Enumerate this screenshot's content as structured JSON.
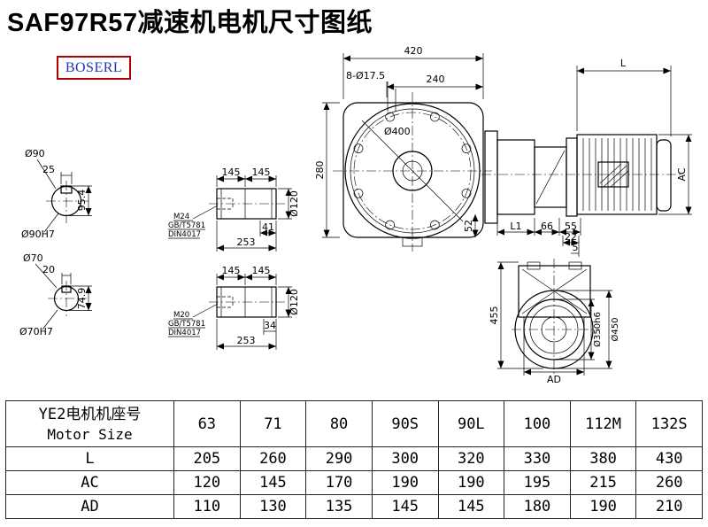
{
  "page": {
    "title": "SAF97R57减速机电机尺寸图纸",
    "logo": "BOSERL"
  },
  "colors": {
    "logo_border": "#b40000",
    "logo_text": "#2233bb",
    "drawing_lines": "#000000",
    "background": "#ffffff"
  },
  "drawing": {
    "main_view": {
      "dim_420": "420",
      "dim_bolt_holes": "8-Ø17.5",
      "dim_240": "240",
      "dim_d400": "Ø400",
      "dim_280": "280",
      "dim_52": "52"
    },
    "side_view": {
      "dim_L": "L",
      "dim_AC": "AC",
      "dim_L1": "L1",
      "dim_66": "66",
      "dim_55": "55",
      "dim_22": "22",
      "dim_5": "5"
    },
    "flange_view": {
      "dim_455": "455",
      "dim_d350": "Ø350h6",
      "dim_d450": "Ø450",
      "dim_AD": "AD"
    },
    "shaft_section_90": {
      "dim_d90": "Ø90",
      "dim_25": "25",
      "dim_95_4": "95.4",
      "dim_d90h7": "Ø90H7"
    },
    "shaft_section_70": {
      "dim_d70": "Ø70",
      "dim_20": "20",
      "dim_74_9": "74.9",
      "dim_d70h7": "Ø70H7"
    },
    "shaft_m24": {
      "dim_145a": "145",
      "dim_145b": "145",
      "dim_d120": "Ø120",
      "thread": "M24",
      "std_gb": "GB/T5781",
      "std_din": "DIN4017",
      "dim_41": "41",
      "dim_253": "253"
    },
    "shaft_m20": {
      "dim_145a": "145",
      "dim_145b": "145",
      "dim_d120": "Ø120",
      "thread": "M20",
      "std_gb": "GB/T5781",
      "std_din": "DIN4017",
      "dim_34": "34",
      "dim_253": "253"
    }
  },
  "table": {
    "header": {
      "label_cn": "YE2电机机座号",
      "label_en": "Motor Size",
      "sizes": [
        "63",
        "71",
        "80",
        "90S",
        "90L",
        "100",
        "112M",
        "132S"
      ]
    },
    "rows": [
      {
        "label": "L",
        "values": [
          "205",
          "260",
          "290",
          "300",
          "320",
          "330",
          "380",
          "430"
        ]
      },
      {
        "label": "AC",
        "values": [
          "120",
          "145",
          "170",
          "190",
          "190",
          "195",
          "215",
          "260"
        ]
      },
      {
        "label": "AD",
        "values": [
          "110",
          "130",
          "135",
          "145",
          "145",
          "180",
          "190",
          "210"
        ]
      }
    ]
  }
}
